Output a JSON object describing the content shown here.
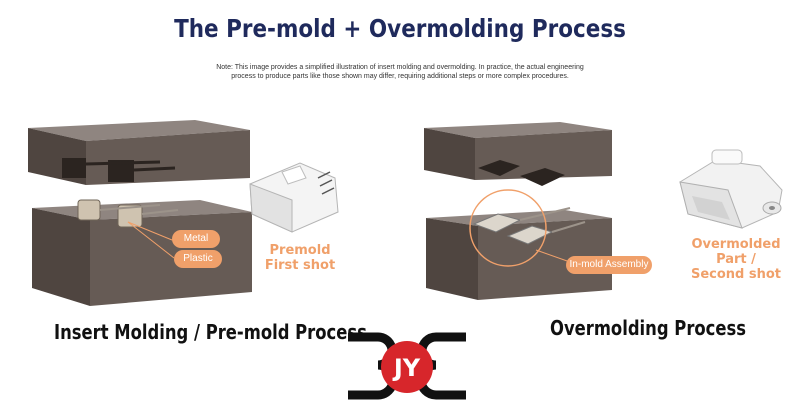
{
  "title": "The Pre-mold + Overmolding Process",
  "note": {
    "line1": "Note: This image provides a simplified illustration of insert molding and overmolding. In practice, the actual engineering",
    "line2": "process to produce parts like those shown may differ, requiring additional steps or more complex procedures."
  },
  "labels": {
    "metal": "Metal",
    "plastic": "Plastic",
    "premold_line1": "Premold",
    "premold_line2": "First shot",
    "in_mold": "In-mold Assembly",
    "overmolded_line1": "Overmolded Part /",
    "overmolded_line2": "Second  shot"
  },
  "sections": {
    "left": "Insert Molding / Pre-mold Process",
    "right": "Overmolding Process"
  },
  "logo": {
    "text": "JY"
  },
  "colors": {
    "title": "#1f2a5c",
    "accent": "#f0a06a",
    "mold": "#5b5048",
    "logo_red": "#d7262b"
  }
}
